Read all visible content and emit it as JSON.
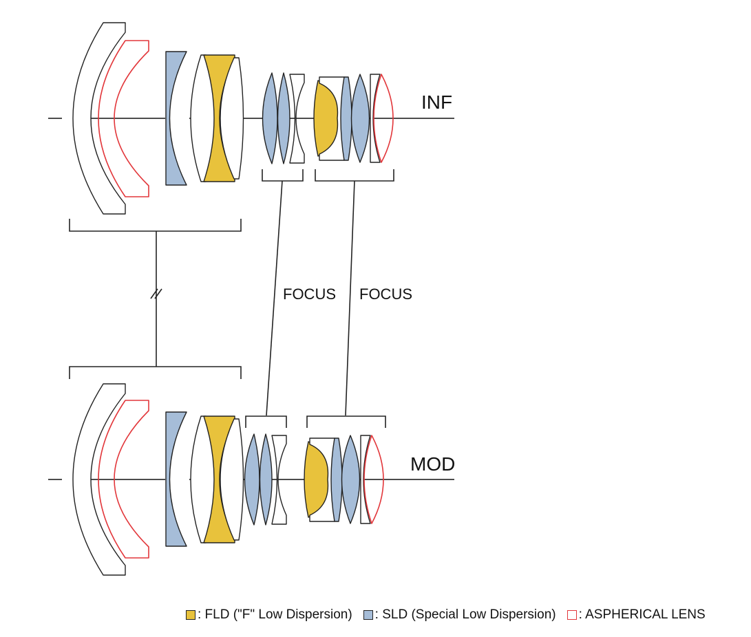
{
  "labels": {
    "inf": "INF",
    "mod": "MOD",
    "focus_left": "FOCUS",
    "focus_right": "FOCUS"
  },
  "legend": [
    {
      "swatch_color": "#e8c23c",
      "swatch_border": "#222222",
      "text": ": FLD (\"F\" Low Dispersion)"
    },
    {
      "swatch_color": "#a6bdd8",
      "swatch_border": "#222222",
      "text": ": SLD (Special Low Dispersion)"
    },
    {
      "swatch_color": "#ffffff",
      "swatch_border": "#e2363a",
      "text": ": ASPHERICAL LENS"
    }
  ],
  "colors": {
    "fld": "#e8c23c",
    "sld": "#a6bdd8",
    "aspherical_outline": "#e2363a",
    "outline": "#222222"
  }
}
